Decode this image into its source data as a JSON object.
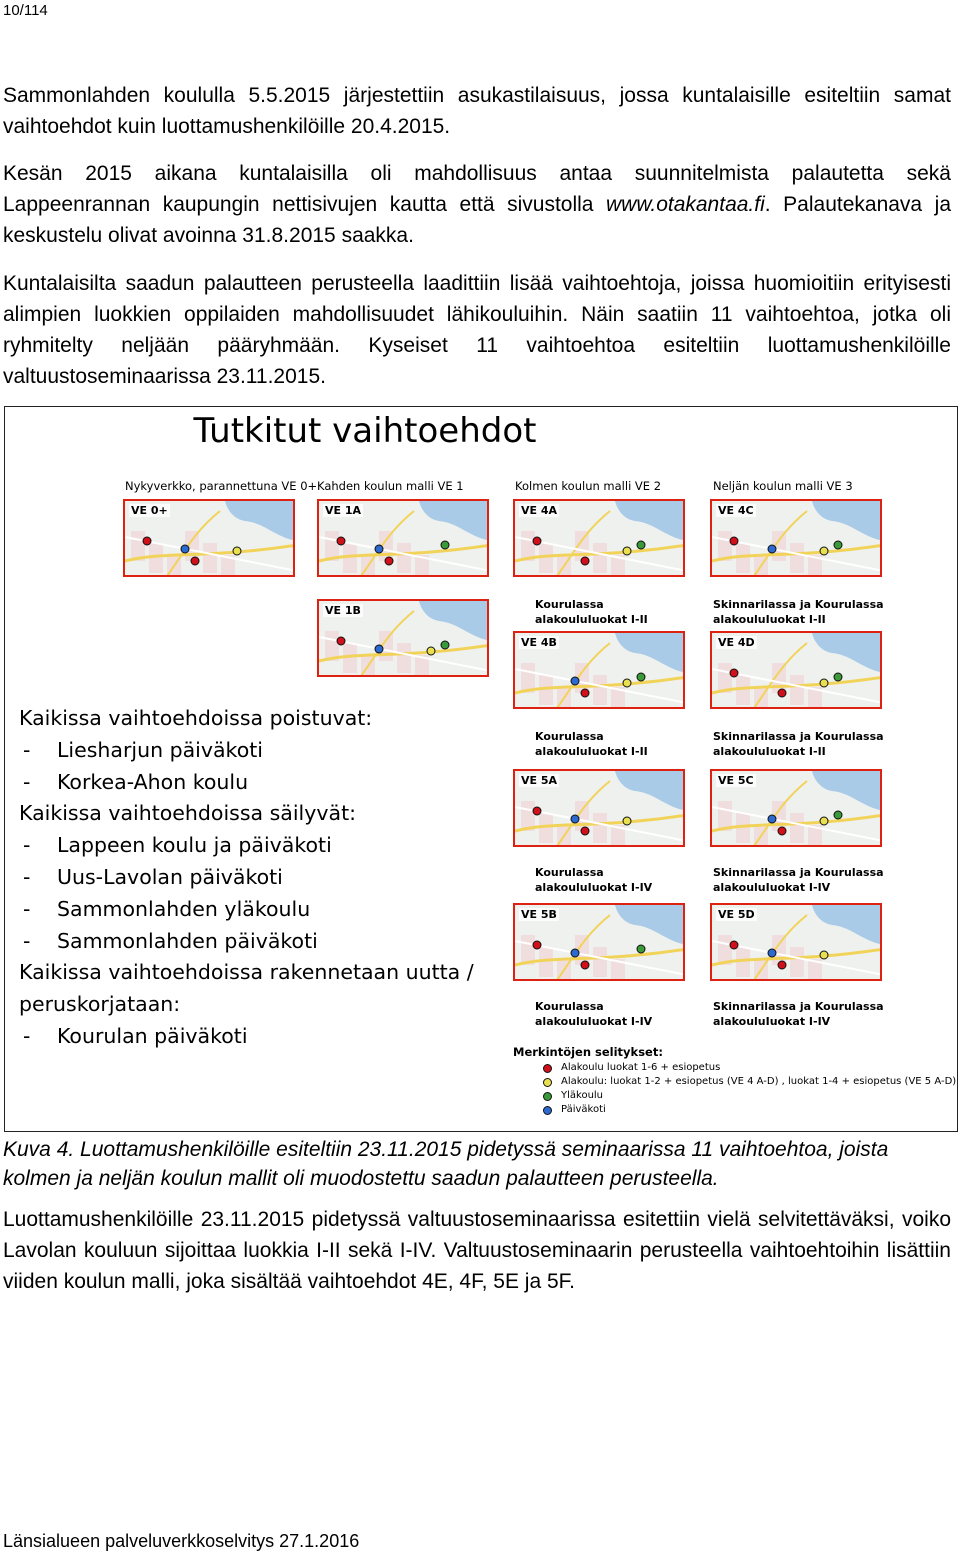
{
  "page_number": "10/114",
  "paragraphs": {
    "p1": "Sammonlahden koululla 5.5.2015 järjestettiin asukastilaisuus, jossa kuntalaisille esiteltiin samat vaihtoehdot kuin luottamushenkilöille 20.4.2015.",
    "p2_before": "Kesän 2015 aikana kuntalaisilla oli mahdollisuus antaa suunnitelmista palautetta sekä Lappeenrannan kaupungin nettisivujen kautta että sivustolla ",
    "p2_link": "www.otakantaa.fi",
    "p2_after": ". Palautekanava ja keskustelu olivat avoinna 31.8.2015 saakka.",
    "p3": "Kuntalaisilta saadun palautteen perusteella laadittiin lisää vaihtoehtoja, joissa huomioitiin erityisesti alimpien luokkien oppilaiden mahdollisuudet lähikouluihin. Näin saatiin 11 vaihtoehtoa, jotka oli ryhmitelty neljään pääryhmään. Kyseiset 11 vaihtoehtoa esiteltiin luottamushenkilöille valtuustoseminaarissa 23.11.2015.",
    "p4": "Luottamushenkilöille 23.11.2015 pidetyssä valtuustoseminaarissa esitettiin vielä selvitettäväksi, voiko Lavolan kouluun sijoittaa luokkia I-II sekä I-IV. Valtuustoseminaarin perusteella vaihtoehtoihin lisättiin viiden koulun malli, joka sisältää vaihtoehdot 4E, 4F, 5E ja 5F."
  },
  "figure": {
    "title": "Tutkitut vaihtoehdot",
    "columns": [
      "Nykyverkko, parannettuna VE 0+",
      "Kahden koulun malli VE 1",
      "Kolmen koulun malli VE 2",
      "Neljän koulun malli VE 3"
    ],
    "panels": [
      "VE 0+",
      "VE 1A",
      "VE 1B",
      "VE 4A",
      "VE 4B",
      "VE 5A",
      "VE 5B",
      "VE 4C",
      "VE 4D",
      "VE 5C",
      "VE 5D"
    ],
    "notes": {
      "n1": [
        "Kourulassa",
        "alakouluIuokat I-II"
      ],
      "n2": [
        "Skinnarilassa ja Kourulassa",
        "alakouluIuokat I-II"
      ],
      "n3": [
        "Kourulassa",
        "alakouluIuokat I-II"
      ],
      "n4": [
        "Skinnarilassa ja Kourulassa",
        "alakouluIuokat I-II"
      ],
      "n5": [
        "Kourulassa",
        "alakouluIuokat I-IV"
      ],
      "n6": [
        "Skinnarilassa ja Kourulassa",
        "alakouluIuokat I-IV"
      ],
      "n7": [
        "Kourulassa",
        "alakouluIuokat I-IV"
      ],
      "n8": [
        "Skinnarilassa ja Kourulassa",
        "alakouluIuokat I-IV"
      ]
    },
    "summary": {
      "h1": "Kaikissa vaihtoehdoissa poistuvat:",
      "a1": "Liesharjun päiväkoti",
      "a2": "Korkea-Ahon koulu",
      "h2": "Kaikissa vaihtoehdoissa säilyvät:",
      "b1": "Lappeen koulu ja päiväkoti",
      "b2": "Uus-Lavolan päiväkoti",
      "b3": "Sammonlahden yläkoulu",
      "b4": "Sammonlahden päiväkoti",
      "h3a": "Kaikissa vaihtoehdoissa rakennetaan uutta /",
      "h3b": "peruskorjataan:",
      "c1": "Kourulan päiväkoti",
      "dash": "-"
    },
    "legend": {
      "title": "Merkintöjen selitykset:",
      "items": [
        {
          "label": "Alakoulu luokat 1-6 + esiopetus",
          "color": "#d0101a"
        },
        {
          "label": "Alakoulu: luokat 1-2 + esiopetus (VE 4 A-D) , luokat 1-4 + esiopetus (VE 5 A-D)",
          "color": "#e8e050"
        },
        {
          "label": "Yläkoulu",
          "color": "#3a9a3a"
        },
        {
          "label": "Päiväkoti",
          "color": "#2d6ad0"
        }
      ]
    }
  },
  "caption": "Kuva 4. Luottamushenkilöille esiteltiin 23.11.2015 pidetyssä seminaarissa 11 vaihtoehtoa, joista kolmen ja neljän koulun mallit oli muodostettu saadun palautteen perusteella.",
  "footer": "Länsialueen palveluverkkoselvitys 27.1.2016"
}
